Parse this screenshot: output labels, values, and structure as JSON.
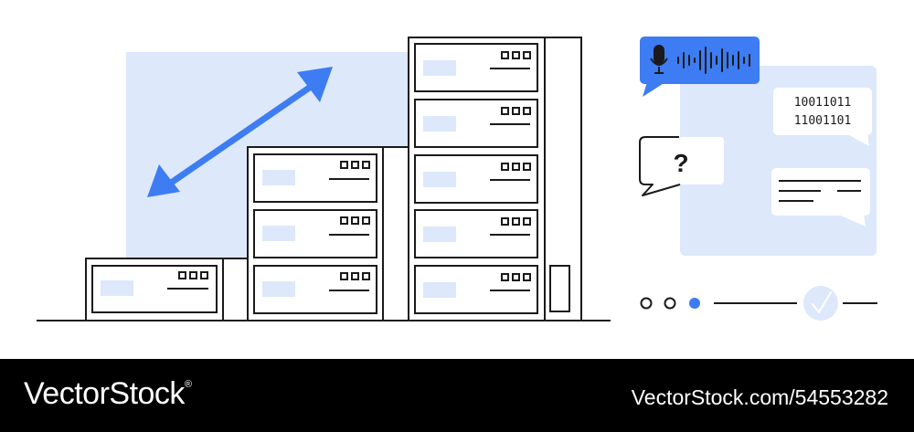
{
  "colors": {
    "accent": "#3d7cf2",
    "light_blue": "#dde8fb",
    "stroke": "#1a1a1a",
    "footer_bg": "#000000"
  },
  "chat": {
    "binary_line_1": "10011011",
    "binary_line_2": "11001101",
    "question_mark": "?"
  },
  "footer": {
    "brand": "VectorStock",
    "registered_mark": "®",
    "stock_id": "VectorStock.com/54553282"
  },
  "icons": {
    "resize": "diagonal-double-arrow",
    "microphone": "microphone-icon",
    "waveform": "audio-waveform",
    "check": "checkmark-icon"
  }
}
